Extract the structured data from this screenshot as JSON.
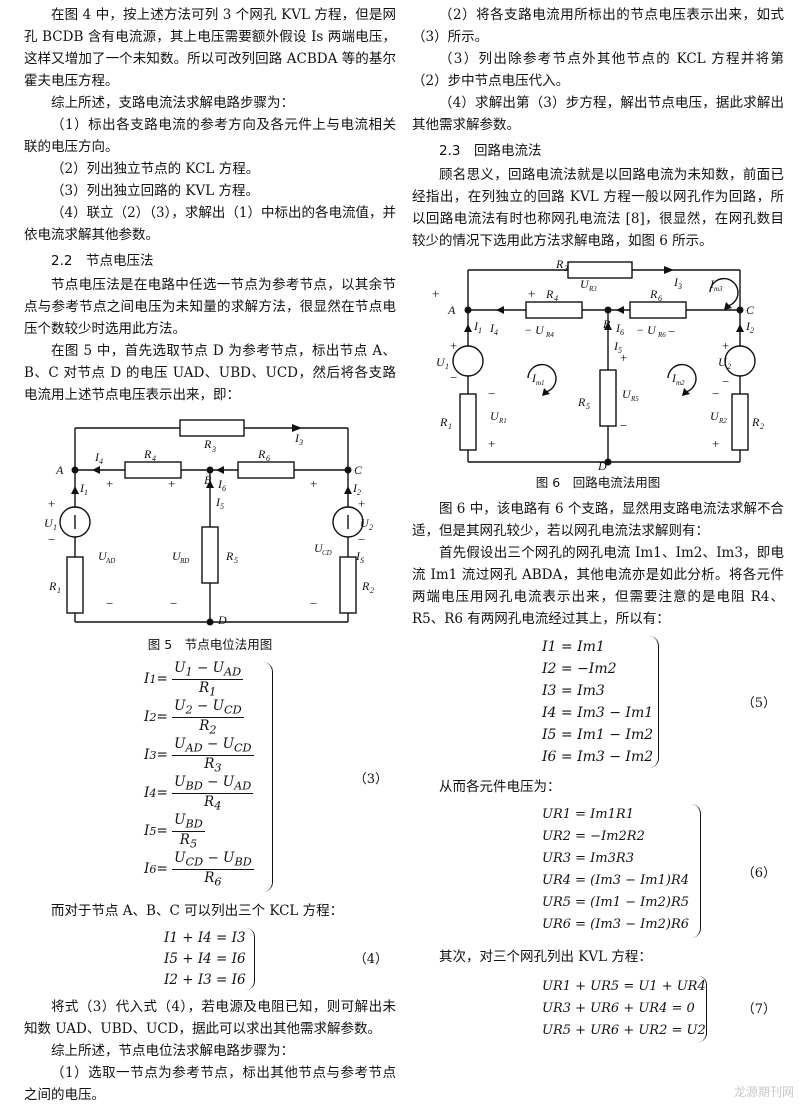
{
  "left": {
    "p1": "在图 4 中，按上述方法可列 3 个网孔 KVL 方程，但是网孔 BCDB 含有电流源，其上电压需要额外假设 Is 两端电压，这样又增加了一个未知数。所以可改列回路 ACBDA 等的基尔霍夫电压方程。",
    "p2": "综上所述，支路电流法求解电路步骤为：",
    "s1": "（1）标出各支路电流的参考方向及各元件上与电流相关联的电压方向。",
    "s2": "（2）列出独立节点的 KCL 方程。",
    "s3": "（3）列出独立回路的 KVL 方程。",
    "s4": "（4）联立（2）（3），求解出（1）中标出的各电流值，并依电流求解其他参数。",
    "sec22": "2.2　节点电压法",
    "p3": "节点电压法是在电路中任选一节点为参考节点，以其余节点与参考节点之间电压为未知量的求解方法，很显然在节点电压个数较少时选用此方法。",
    "p4": "在图 5 中，首先选取节点 D 为参考节点，标出节点 A、B、C 对节点 D 的电压 UAD、UBD、UCD，然后将各支路电流用上述节点电压表示出来，即：",
    "fig5_caption": "图 5　节点电位法用图",
    "eq3_no": "（3）",
    "p5": "而对于节点 A、B、C 可以列出三个 KCL 方程：",
    "eq4": [
      "I1 + I4 = I3",
      "I5 + I4 = I6",
      "I2 + I3 = I6"
    ],
    "eq4_no": "（4）",
    "p6": "将式（3）代入式（4），若电源及电阻已知，则可解出未知数 UAD、UBD、UCD，据此可以求出其他需求解参数。",
    "p7": "综上所述，节点电位法求解电路步骤为：",
    "t1": "（1）选取一节点为参考节点，标出其他节点与参考节点之间的电压。"
  },
  "right": {
    "t2": "（2）将各支路电流用所标出的节点电压表示出来，如式（3）所示。",
    "t3": "（3）列出除参考节点外其他节点的 KCL 方程并将第（2）步中节点电压代入。",
    "t4": "（4）求解出第（3）步方程，解出节点电压，据此求解出其他需求解参数。",
    "sec23": "2.3　回路电流法",
    "p1": "顾名思义，回路电流法就是以回路电流为未知数，前面已经指出，在列独立的回路 KVL 方程一般以网孔作为回路，所以回路电流法有时也称网孔电流法 [8]，很显然，在网孔数目较少的情况下选用此方法求解电路，如图 6 所示。",
    "fig6_caption": "图 6　回路电流法用图",
    "p2": "图 6 中，该电路有 6 个支路，显然用支路电流法求解不合适，但是其网孔较少，若以网孔电流法求解则有：",
    "p3": "首先假设出三个网孔的网孔电流 Im1、Im2、Im3，即电流 Im1 流过网孔 ABDA，其他电流亦是如此分析。将各元件两端电压用网孔电流表示出来，但需要注意的是电阻 R4、R5、R6 有两网孔电流经过其上，所以有：",
    "eq5": [
      "I1 = Im1",
      "I2 = −Im2",
      "I3 = Im3",
      "I4 = Im3 − Im1",
      "I5 = Im1 − Im2",
      "I6 = Im3 − Im2"
    ],
    "eq5_no": "（5）",
    "p4": "从而各元件电压为：",
    "eq6": [
      "UR1 = Im1R1",
      "UR2 = −Im2R2",
      "UR3 = Im3R3",
      "UR4 = (Im3 − Im1)R4",
      "UR5 = (Im1 − Im2)R5",
      "UR6 = (Im3 − Im2)R6"
    ],
    "eq6_no": "（6）",
    "p5": "其次，对三个网孔列出 KVL 方程：",
    "eq7": [
      "UR1 + UR5 = U1 + UR4",
      "UR3 + UR6 + UR4 = 0",
      "UR5 + UR6 + UR2 = U2"
    ],
    "eq7_no": "（7）"
  },
  "watermark": "龙源期刊网"
}
